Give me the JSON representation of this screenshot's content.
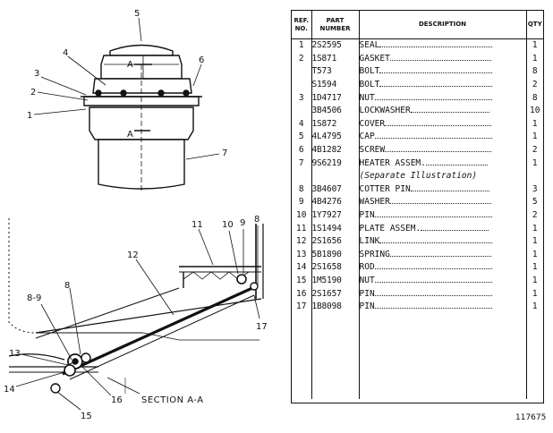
{
  "callouts": {
    "c1": "1",
    "c2": "2",
    "c3": "3",
    "c4": "4",
    "c5": "5",
    "c6": "6",
    "c7": "7",
    "section_a_top": "A",
    "section_a_bottom": "A",
    "l8": "8",
    "l8_9": "8-9",
    "l8b": "8",
    "l9": "9",
    "l10": "10",
    "l11": "11",
    "l12": "12",
    "l13": "13",
    "l14": "14",
    "l15": "15",
    "l16": "16",
    "l17": "17"
  },
  "section_label": "SECTION A-A",
  "table": {
    "headers": {
      "ref": [
        "REF.",
        "NO."
      ],
      "part": [
        "PART",
        "NUMBER"
      ],
      "desc": "DESCRIPTION",
      "qty": "QTY"
    },
    "rows": [
      {
        "ref": "1",
        "part": "2S2595",
        "desc": "SEAL",
        "qty": "1"
      },
      {
        "ref": "2",
        "part": "1S871",
        "desc": "GASKET",
        "qty": "1"
      },
      {
        "ref": "",
        "part": "T573",
        "desc": "BOLT",
        "qty": "8"
      },
      {
        "ref": "",
        "part": "S1594",
        "desc": "BOLT",
        "qty": "2"
      },
      {
        "ref": "3",
        "part": "1D4717",
        "desc": "NUT",
        "qty": "8"
      },
      {
        "ref": "",
        "part": "3B4506",
        "desc": "LOCKWASHER",
        "qty": "10"
      },
      {
        "ref": "4",
        "part": "1S872",
        "desc": "COVER",
        "qty": "1"
      },
      {
        "ref": "5",
        "part": "4L4795",
        "desc": "CAP",
        "qty": "1"
      },
      {
        "ref": "6",
        "part": "4B1282",
        "desc": "SCREW",
        "qty": "2"
      },
      {
        "ref": "7",
        "part": "9S6219",
        "desc": "HEATER ASSEM.",
        "qty": "1",
        "note": "(Separate Illustration)"
      },
      {
        "ref": "8",
        "part": "3B4607",
        "desc": "COTTER PIN",
        "qty": "3"
      },
      {
        "ref": "9",
        "part": "4B4276",
        "desc": "WASHER",
        "qty": "5"
      },
      {
        "ref": "10",
        "part": "1Y7927",
        "desc": "PIN",
        "qty": "2"
      },
      {
        "ref": "11",
        "part": "1S1494",
        "desc": "PLATE ASSEM.",
        "qty": "1"
      },
      {
        "ref": "12",
        "part": "2S1656",
        "desc": "LINK",
        "qty": "1"
      },
      {
        "ref": "13",
        "part": "5B1890",
        "desc": "SPRING",
        "qty": "1"
      },
      {
        "ref": "14",
        "part": "2S1658",
        "desc": "ROD",
        "qty": "1"
      },
      {
        "ref": "15",
        "part": "1M5190",
        "desc": "NUT",
        "qty": "1"
      },
      {
        "ref": "16",
        "part": "2S1657",
        "desc": "PIN",
        "qty": "1"
      },
      {
        "ref": "17",
        "part": "1B8098",
        "desc": "PIN",
        "qty": "1"
      }
    ]
  },
  "figure_number": "117675"
}
